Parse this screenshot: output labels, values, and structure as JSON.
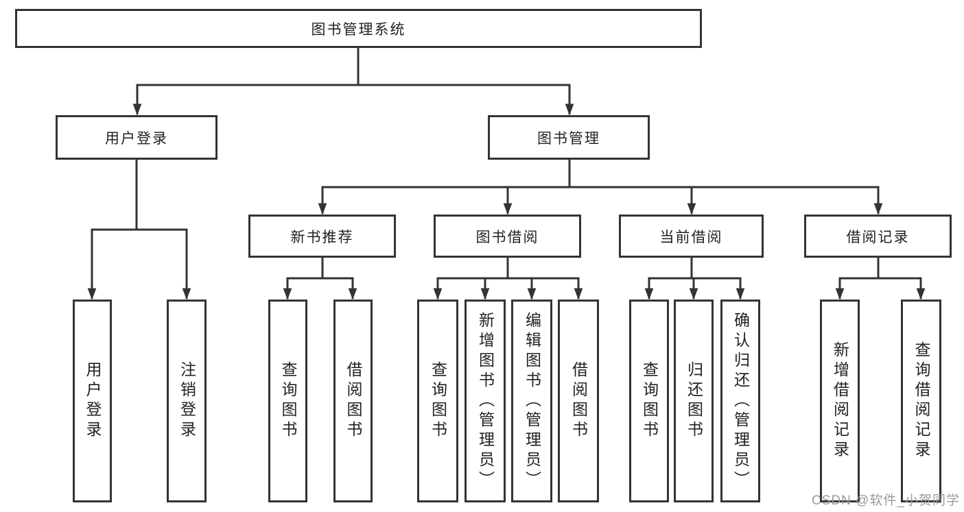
{
  "diagram": {
    "root": {
      "label": "图书管理系统"
    },
    "branches": [
      {
        "label": "用户登录",
        "leaves": [
          {
            "label": "用户登录"
          },
          {
            "label": "注销登录"
          }
        ]
      },
      {
        "label": "图书管理",
        "groups": [
          {
            "label": "新书推荐",
            "leaves": [
              {
                "label": "查询图书"
              },
              {
                "label": "借阅图书"
              }
            ]
          },
          {
            "label": "图书借阅",
            "leaves": [
              {
                "label": "查询图书"
              },
              {
                "label": "新增图书（管理员）"
              },
              {
                "label": "编辑图书（管理员）"
              },
              {
                "label": "借阅图书"
              }
            ]
          },
          {
            "label": "当前借阅",
            "leaves": [
              {
                "label": "查询图书"
              },
              {
                "label": "归还图书"
              },
              {
                "label": "确认归还（管理员）"
              }
            ]
          },
          {
            "label": "借阅记录",
            "leaves": [
              {
                "label": "新增借阅记录"
              },
              {
                "label": "查询借阅记录"
              }
            ]
          }
        ]
      }
    ]
  },
  "watermark": {
    "text": "CSDN @软件_小贺同学"
  },
  "colors": {
    "line": "#333333",
    "text": "#222222",
    "watermark": "#9b9b9b",
    "background": "#ffffff"
  }
}
